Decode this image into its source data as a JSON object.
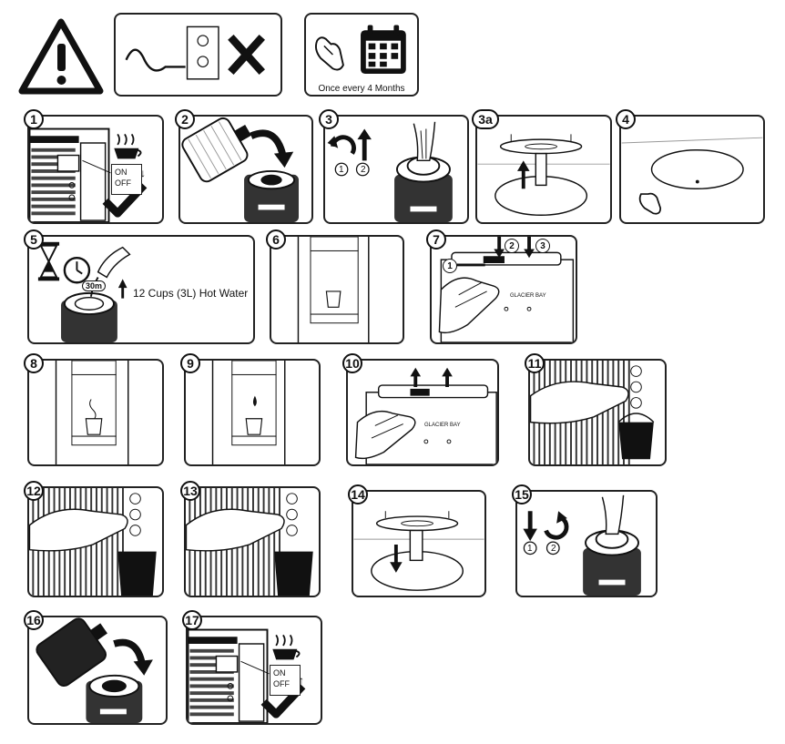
{
  "header": {
    "schedule_caption": "Once every 4 Months"
  },
  "steps": [
    {
      "label": "1"
    },
    {
      "label": "2"
    },
    {
      "label": "3"
    },
    {
      "label": "3a"
    },
    {
      "label": "4"
    },
    {
      "label": "5"
    },
    {
      "label": "6"
    },
    {
      "label": "7"
    },
    {
      "label": "8"
    },
    {
      "label": "9"
    },
    {
      "label": "10"
    },
    {
      "label": "11"
    },
    {
      "label": "12"
    },
    {
      "label": "13"
    },
    {
      "label": "14"
    },
    {
      "label": "15"
    },
    {
      "label": "16"
    },
    {
      "label": "17"
    }
  ],
  "switch": {
    "on": "ON",
    "off": "OFF"
  },
  "step3": {
    "sub1": "1",
    "sub2": "2"
  },
  "step5": {
    "timer": "30m",
    "instruction": "12 Cups (3L) Hot Water"
  },
  "step7": {
    "sub1": "1",
    "sub2": "2",
    "sub3": "3",
    "brand": "GLACIER BAY"
  },
  "step10": {
    "brand": "GLACIER BAY"
  },
  "step15": {
    "sub1": "1",
    "sub2": "2"
  },
  "icons": [
    "warning-icon",
    "unplug-icon",
    "hand-icon",
    "calendar-icon",
    "hot-cup-icon",
    "checkmark-icon",
    "hourglass-icon",
    "clock-icon"
  ]
}
